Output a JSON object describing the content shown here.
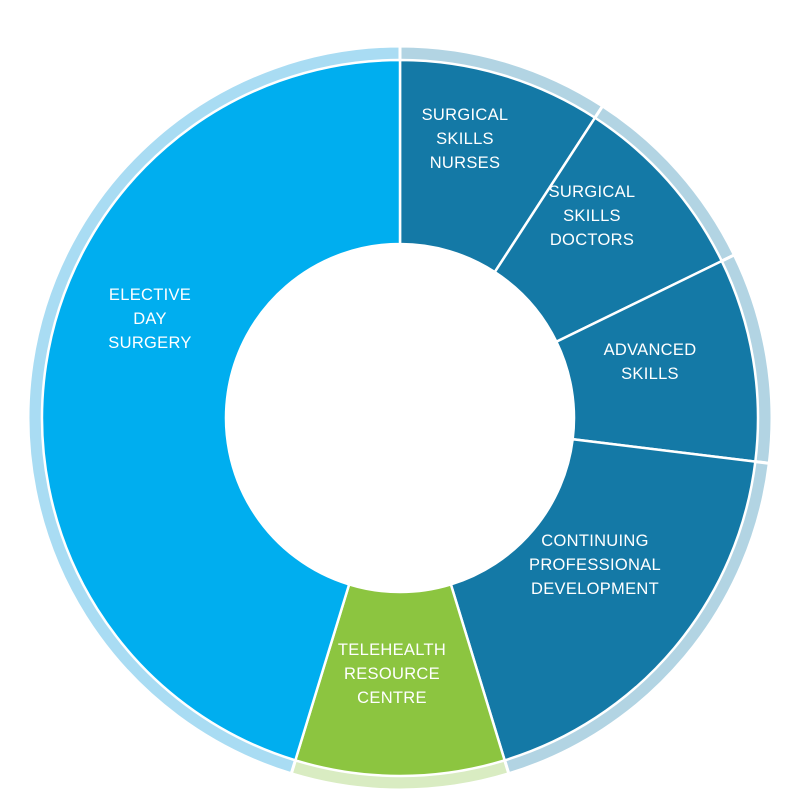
{
  "chart_data": {
    "type": "donut",
    "segments": [
      {
        "key": "surgical-skills-nurses",
        "lines": [
          "SURGICAL",
          "SKILLS",
          "NURSES"
        ],
        "start_deg": 0,
        "end_deg": 33,
        "color": "#1479a6",
        "rim_color": "#b2d4e3"
      },
      {
        "key": "surgical-skills-doctors",
        "lines": [
          "SURGICAL",
          "SKILLS",
          "DOCTORS"
        ],
        "start_deg": 33,
        "end_deg": 64,
        "color": "#1479a6",
        "rim_color": "#b2d4e3"
      },
      {
        "key": "advanced-skills",
        "lines": [
          "ADVANCED",
          "SKILLS"
        ],
        "start_deg": 64,
        "end_deg": 97,
        "color": "#1479a6",
        "rim_color": "#b2d4e3"
      },
      {
        "key": "continuing-professional-development",
        "lines": [
          "CONTINUING",
          "PROFESSIONAL",
          "DEVELOPMENT"
        ],
        "start_deg": 97,
        "end_deg": 163,
        "color": "#1479a6",
        "rim_color": "#b2d4e3"
      },
      {
        "key": "telehealth-resource-centre",
        "lines": [
          "TELEHEALTH",
          "RESOURCE",
          "CENTRE"
        ],
        "start_deg": 163,
        "end_deg": 197,
        "color": "#8cc540",
        "rim_color": "#d9ecc2"
      },
      {
        "key": "elective-day-surgery",
        "lines": [
          "ELECTIVE",
          "DAY",
          "SURGERY"
        ],
        "start_deg": 197,
        "end_deg": 360,
        "color": "#00aeef",
        "rim_color": "#a9dcf3"
      }
    ]
  }
}
